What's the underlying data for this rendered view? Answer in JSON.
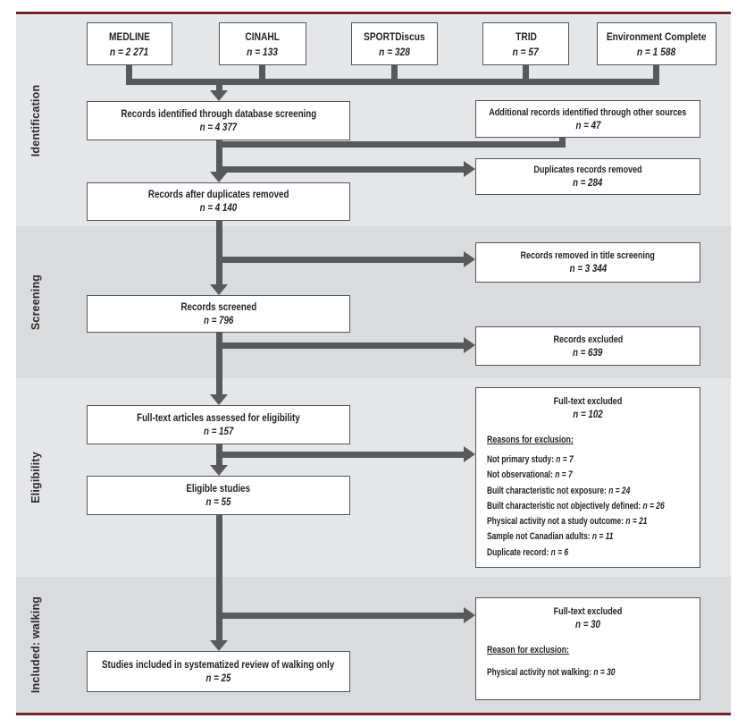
{
  "figure": {
    "type": "prisma-flow-diagram",
    "sections": [
      {
        "label": "Identification"
      },
      {
        "label": "Screening"
      },
      {
        "label": "Eligibility"
      },
      {
        "label": "Included: walking"
      }
    ],
    "sources": [
      {
        "name": "MEDLINE",
        "count": "n = 2 271"
      },
      {
        "name": "CINAHL",
        "count": "n = 133"
      },
      {
        "name": "SPORTDiscus",
        "count": "n = 328"
      },
      {
        "name": "TRID",
        "count": "n = 57"
      },
      {
        "name": "Environment Complete",
        "count": "n = 1 588"
      }
    ],
    "boxes": {
      "records_identified": {
        "title": "Records identified through database screening",
        "count": "n = 4 377"
      },
      "additional_records": {
        "title": "Additional records identified through other sources",
        "count": "n = 47"
      },
      "duplicates_removed": {
        "title": "Duplicates records removed",
        "count": "n = 284"
      },
      "records_after_duplicates": {
        "title": "Records after duplicates removed",
        "count": "n = 4 140"
      },
      "title_screening_removed": {
        "title": "Records removed in title screening",
        "count": "n = 3 344"
      },
      "records_screened": {
        "title": "Records screened",
        "count": "n = 796"
      },
      "records_excluded": {
        "title": "Records excluded",
        "count": "n = 639"
      },
      "fulltext_assessed": {
        "title": "Full-text articles assessed for eligibility",
        "count": "n = 157"
      },
      "fulltext_excluded_eligibility": {
        "title": "Full-text excluded",
        "count": "n = 102",
        "reasons_heading": "Reasons for exclusion:",
        "reasons": [
          {
            "label": "Not primary study:",
            "value": "n = 7"
          },
          {
            "label": "Not observational:",
            "value": "n = 7"
          },
          {
            "label": "Built characteristic not exposure:",
            "value": "n = 24"
          },
          {
            "label": "Built characteristic not objectively defined:",
            "value": "n = 26"
          },
          {
            "label": "Physical activity not a study outcome:",
            "value": "n = 21"
          },
          {
            "label": "Sample not Canadian adults:",
            "value": "n = 11"
          },
          {
            "label": "Duplicate record:",
            "value": "n = 6"
          }
        ]
      },
      "eligible_studies": {
        "title": "Eligible studies",
        "count": "n = 55"
      },
      "fulltext_excluded_walking": {
        "title": "Full-text excluded",
        "count": "n = 30",
        "reasons_heading": "Reason for exclusion:",
        "reasons": [
          {
            "label": "Physical activity not walking:",
            "value": "n = 30"
          }
        ]
      },
      "studies_included": {
        "title": "Studies included in systematized review of walking only",
        "count": "n = 25"
      }
    },
    "colors": {
      "rule": "#732328",
      "band_light": "#e5e6e7",
      "band_dark": "#d9dbdc",
      "box_border": "#54555a",
      "connector": "#58595b",
      "text": "#232125"
    }
  }
}
